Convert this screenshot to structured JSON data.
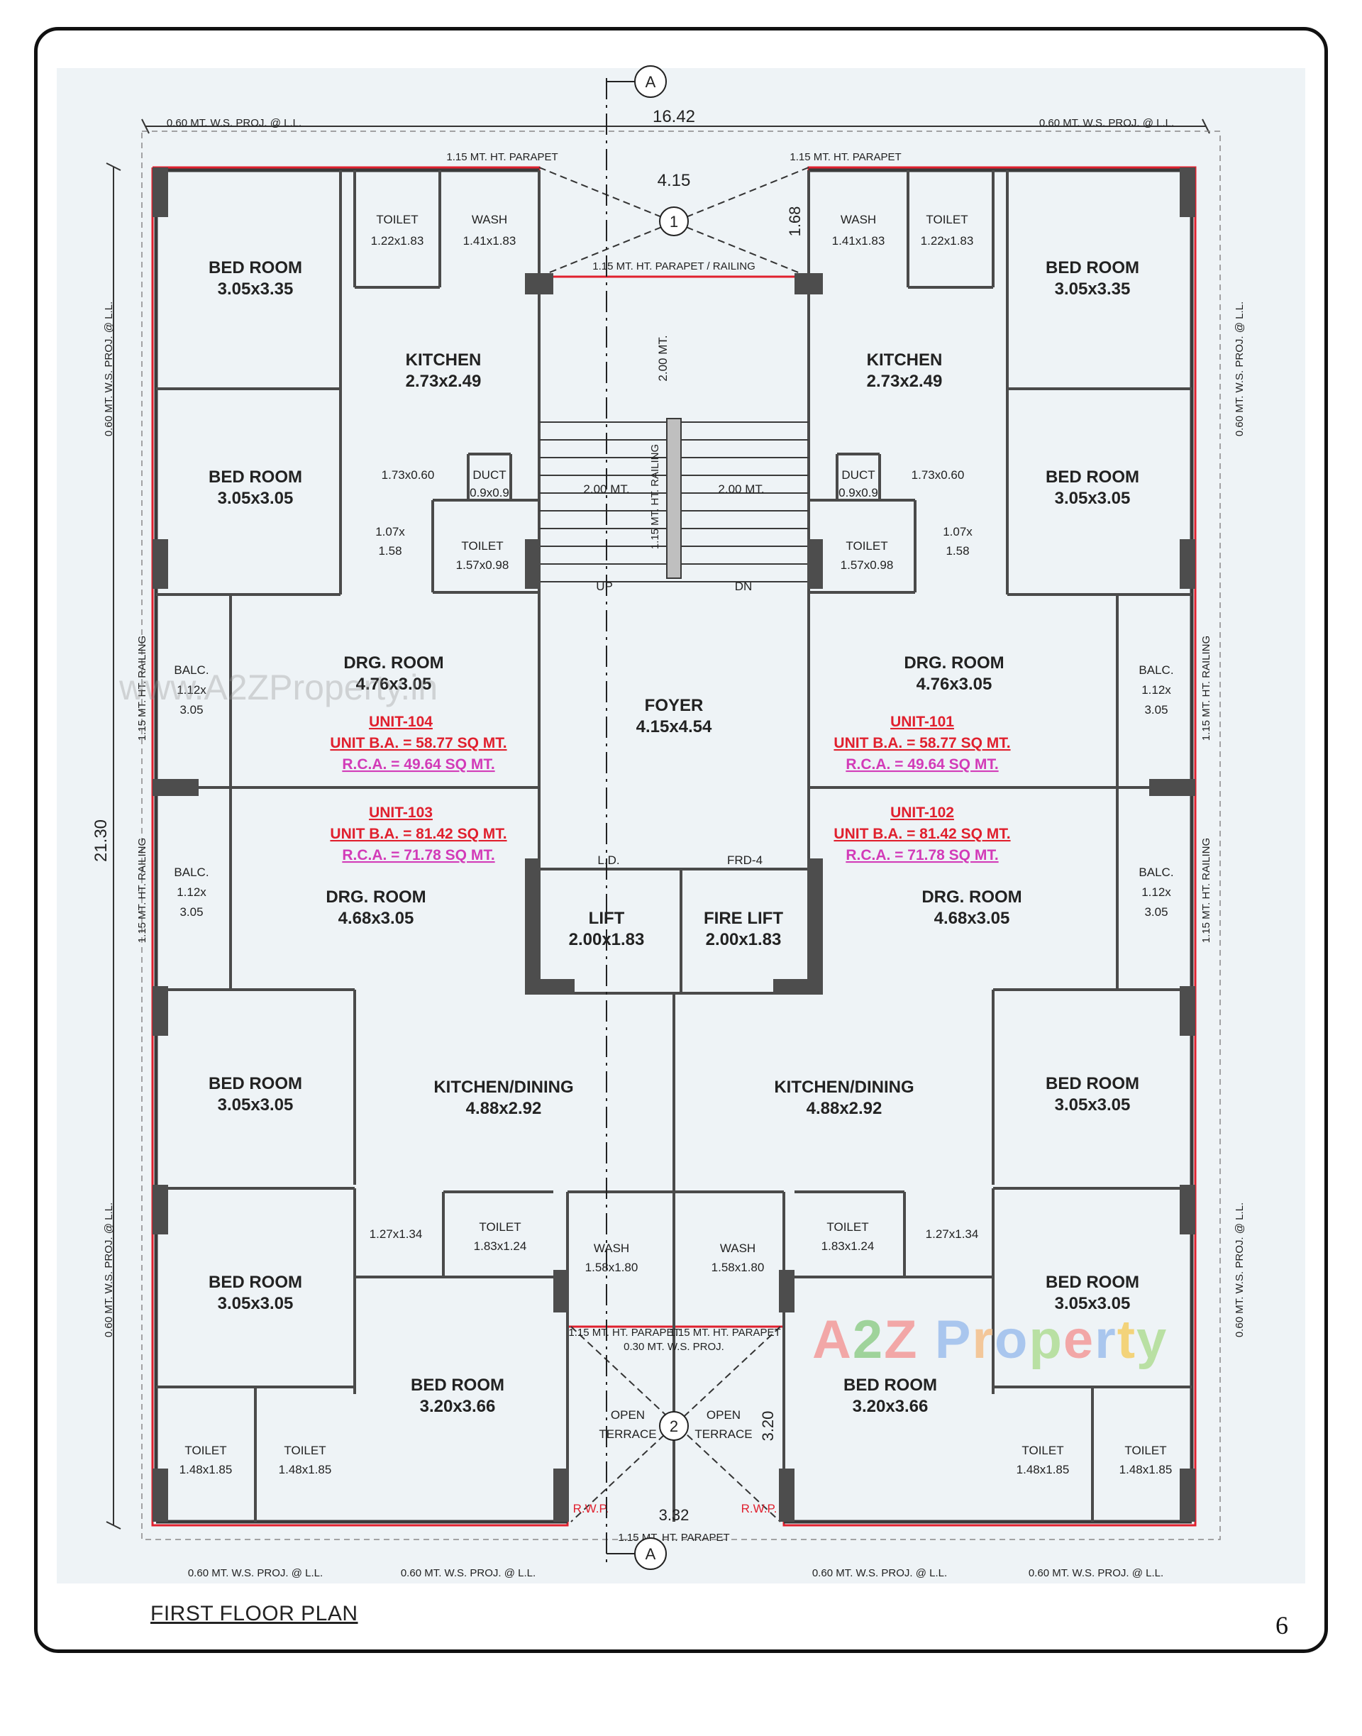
{
  "top_dimension": "16.42",
  "side_dimension": "21.30",
  "section_marker_top": "A",
  "section_marker_bottom": "A",
  "projection_top_left": "0.60 MT. W.S. PROJ. @ L.L.",
  "projection_top_right": "0.60 MT. W.S. PROJ. @ L.L.",
  "projection_bottom": [
    "0.60 MT. W.S. PROJ. @ L.L.",
    "0.60 MT. W.S. PROJ. @ L.L.",
    "0.60 MT. W.S. PROJ. @ L.L.",
    "0.60 MT. W.S. PROJ. @ L.L."
  ],
  "parapet_labels": {
    "top_left": "1.15 MT. HT. PARAPET",
    "top_right": "1.15 MT. HT. PARAPET",
    "top_center": "1.15 MT. HT. PARAPET / RAILING",
    "terrace_left": "1.15 MT. HT. PARAPET",
    "terrace_right": "1.15 MT. HT. PARAPET",
    "terrace_proj": "0.30 MT. W.S. PROJ.",
    "bottom": "1.15 MT. HT. PARAPET",
    "railing_left": "1.15 MT. HT. RAILING",
    "railing_right": "1.15 MT. HT. RAILING",
    "stair_railing": "1.15 MT. HT. RAILING"
  },
  "cutout_top": {
    "width": "4.15",
    "height": "1.68",
    "marker": "1"
  },
  "cutout_bottom": {
    "width": "3.32",
    "height": "3.20",
    "marker": "2"
  },
  "stair": {
    "width_left": "2.00 MT.",
    "width_right": "2.00 MT.",
    "landing": "2.00 MT.",
    "up": "UP",
    "dn": "DN"
  },
  "rooms": {
    "foyer": [
      "FOYER",
      "4.15x4.54"
    ],
    "lift": [
      "LIFT",
      "2.00x1.83"
    ],
    "fire_lift": [
      "FIRE LIFT",
      "2.00x1.83"
    ],
    "ld": "L.D.",
    "frd4": "FRD-4",
    "tl_bed1": [
      "BED ROOM",
      "3.05x3.35"
    ],
    "tl_toilet": [
      "TOILET",
      "1.22x1.83"
    ],
    "tl_wash": [
      "WASH",
      "1.41x1.83"
    ],
    "tl_kitchen": [
      "KITCHEN",
      "2.73x2.49"
    ],
    "tl_bed2": [
      "BED ROOM",
      "3.05x3.05"
    ],
    "tl_duct": [
      "DUCT",
      "0.9x0.9"
    ],
    "tl_dim_a": "1.73x0.60",
    "tl_dim_b": [
      "1.07x",
      "1.58"
    ],
    "tl_toilet2": [
      "TOILET",
      "1.57x0.98"
    ],
    "tl_balc": [
      "BALC.",
      "1.12x",
      "3.05"
    ],
    "tl_drg": [
      "DRG. ROOM",
      "4.76x3.05"
    ],
    "tr_bed1": [
      "BED ROOM",
      "3.05x3.35"
    ],
    "tr_toilet": [
      "TOILET",
      "1.22x1.83"
    ],
    "tr_wash": [
      "WASH",
      "1.41x1.83"
    ],
    "tr_kitchen": [
      "KITCHEN",
      "2.73x2.49"
    ],
    "tr_bed2": [
      "BED ROOM",
      "3.05x3.05"
    ],
    "tr_duct": [
      "DUCT",
      "0.9x0.9"
    ],
    "tr_dim_a": "1.73x0.60",
    "tr_dim_b": [
      "1.07x",
      "1.58"
    ],
    "tr_toilet2": [
      "TOILET",
      "1.57x0.98"
    ],
    "tr_balc": [
      "BALC.",
      "1.12x",
      "3.05"
    ],
    "tr_drg": [
      "DRG. ROOM",
      "4.76x3.05"
    ],
    "bl_balc": [
      "BALC.",
      "1.12x",
      "3.05"
    ],
    "bl_drg": [
      "DRG. ROOM",
      "4.68x3.05"
    ],
    "bl_bed1": [
      "BED ROOM",
      "3.05x3.05"
    ],
    "bl_kitchen": [
      "KITCHEN/DINING",
      "4.88x2.92"
    ],
    "bl_bed2": [
      "BED ROOM",
      "3.05x3.05"
    ],
    "bl_dim": "1.27x1.34",
    "bl_toilet": [
      "TOILET",
      "1.83x1.24"
    ],
    "bl_wash": [
      "WASH",
      "1.58x1.80"
    ],
    "bl_bed3": [
      "BED ROOM",
      "3.20x3.66"
    ],
    "bl_toilet_a": [
      "TOILET",
      "1.48x1.85"
    ],
    "bl_toilet_b": [
      "TOILET",
      "1.48x1.85"
    ],
    "bl_terrace": [
      "OPEN",
      "TERRACE"
    ],
    "br_balc": [
      "BALC.",
      "1.12x",
      "3.05"
    ],
    "br_drg": [
      "DRG. ROOM",
      "4.68x3.05"
    ],
    "br_bed1": [
      "BED ROOM",
      "3.05x3.05"
    ],
    "br_kitchen": [
      "KITCHEN/DINING",
      "4.88x2.92"
    ],
    "br_bed2": [
      "BED ROOM",
      "3.05x3.05"
    ],
    "br_dim": "1.27x1.34",
    "br_toilet": [
      "TOILET",
      "1.83x1.24"
    ],
    "br_wash": [
      "WASH",
      "1.58x1.80"
    ],
    "br_bed3": [
      "BED ROOM",
      "3.20x3.66"
    ],
    "br_toilet_a": [
      "TOILET",
      "1.48x1.85"
    ],
    "br_toilet_b": [
      "TOILET",
      "1.48x1.85"
    ],
    "br_terrace": [
      "OPEN",
      "TERRACE"
    ]
  },
  "rwp": [
    "R.W.P.",
    "R.W.P."
  ],
  "units": {
    "u104": {
      "name": "UNIT-104",
      "ba": "UNIT B.A. = 58.77 SQ MT.",
      "rca": "R.C.A. = 49.64 SQ MT."
    },
    "u103": {
      "name": "UNIT-103",
      "ba": "UNIT B.A. = 81.42 SQ MT.",
      "rca": "R.C.A. = 71.78 SQ MT."
    },
    "u101": {
      "name": "UNIT-101",
      "ba": "UNIT B.A. = 58.77 SQ MT.",
      "rca": "R.C.A. = 49.64 SQ MT."
    },
    "u102": {
      "name": "UNIT-102",
      "ba": "UNIT B.A. = 81.42 SQ MT.",
      "rca": "R.C.A. = 71.78 SQ MT."
    }
  },
  "watermark_small": "www.A2ZProperty.in",
  "watermark_large": [
    "A",
    "2",
    "Z",
    " P",
    "r",
    "o",
    "p",
    "e",
    "r",
    "t",
    "y"
  ],
  "watermark_colors": [
    "#f2a7a7",
    "#9fd39b",
    "#f2a7a7",
    "#a9c6ee",
    "#f3c79a",
    "#a9c6ee",
    "#b9e0a3",
    "#f2a7a7",
    "#a9c6ee",
    "#f3d37a",
    "#b9e0a3"
  ],
  "floor_title": "FIRST FLOOR PLAN",
  "page_number": "6",
  "colors": {
    "wall": "#3a3a3a",
    "column": "#4d4d4d",
    "red": "#e0202e",
    "magenta": "#d23bb8",
    "bg": "#eef3f6"
  }
}
